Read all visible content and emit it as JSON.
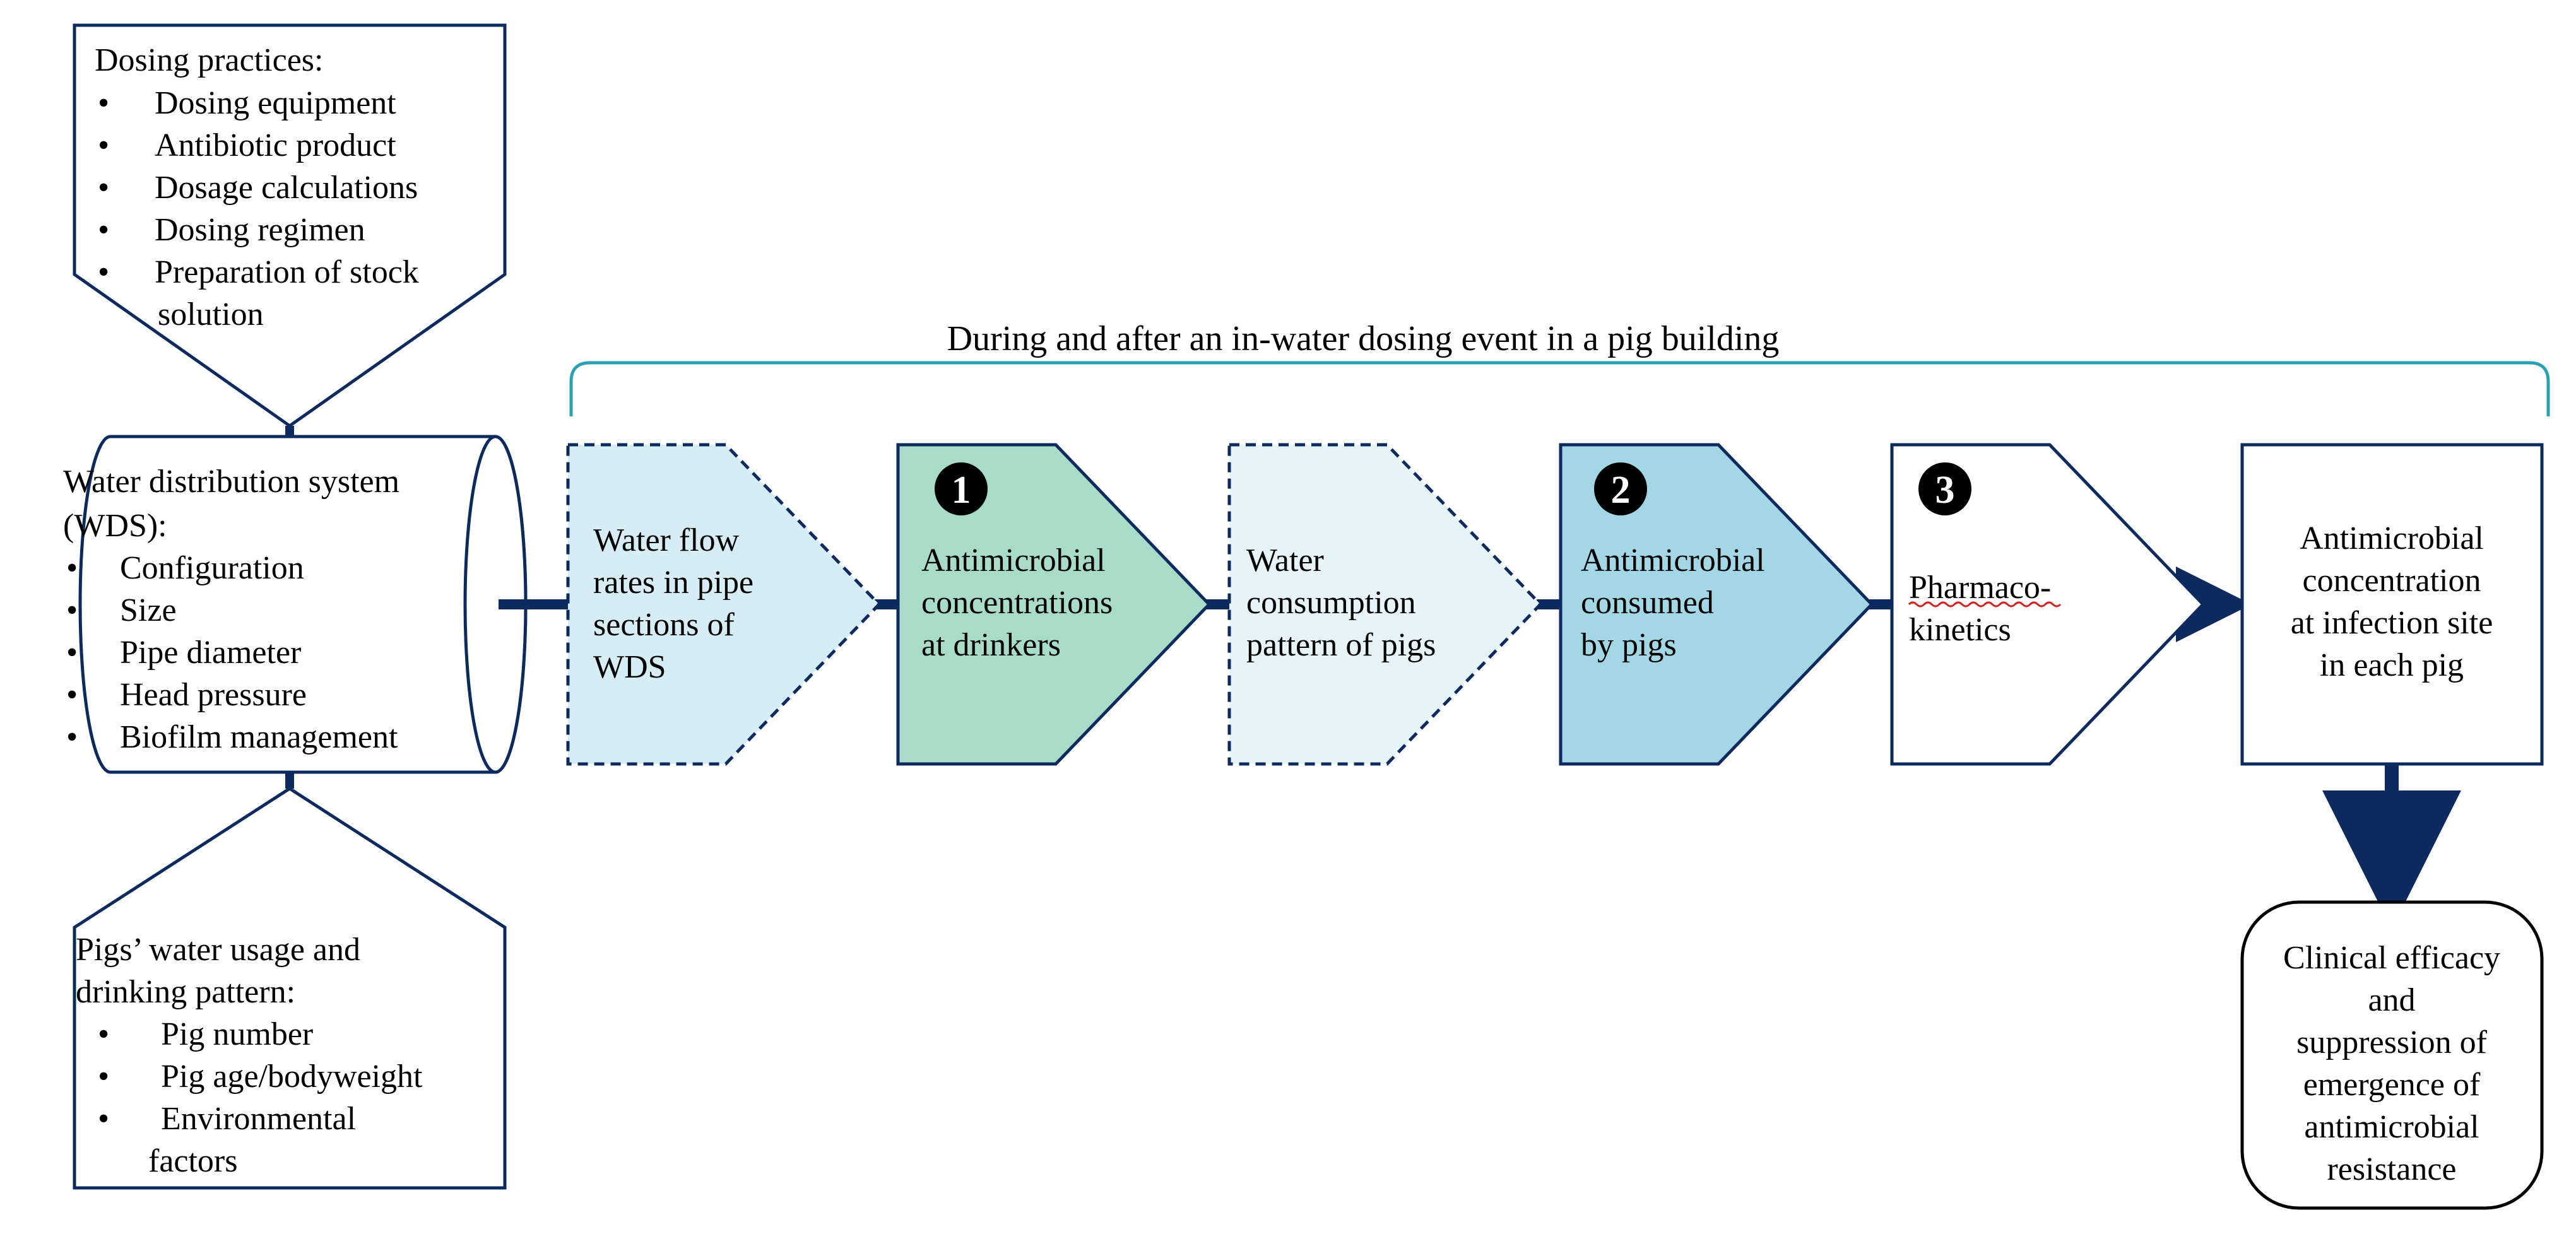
{
  "colors": {
    "navy": "#0d2a5e",
    "teal_bracket": "#2aa1b3",
    "light_blue": "#d6edf6",
    "green": "#a8dcc8",
    "blue": "#a3d7e6",
    "pale": "#e6f4f8"
  },
  "dosing_practices": {
    "title": "Dosing practices:",
    "items": [
      "Dosing equipment",
      "Antibiotic product",
      "Dosage calculations",
      "Dosing regimen",
      "Preparation of stock",
      "solution"
    ]
  },
  "wds": {
    "title_line1": "Water distribution system",
    "title_line2": "(WDS):",
    "items": [
      "Configuration",
      "Size",
      "Pipe diameter",
      "Head pressure",
      "Biofilm management"
    ]
  },
  "pigs_usage": {
    "title_line1": "Pigs’ water usage and",
    "title_line2": "drinking pattern:",
    "items": [
      "Pig number",
      "Pig age/bodyweight",
      "Environmental",
      "factors"
    ]
  },
  "bracket_label": "During and after an in-water dosing event in a pig building",
  "steps": {
    "flow": [
      "Water flow",
      "rates in pipe",
      "sections of",
      "WDS"
    ],
    "conc": [
      "Antimicrobial",
      "concentrations",
      "at drinkers"
    ],
    "consumption": [
      "Water",
      "consumption",
      "pattern of pigs"
    ],
    "consumed": [
      "Antimicrobial",
      "consumed",
      "by pigs"
    ],
    "pk": [
      "Pharmaco-",
      "kinetics"
    ]
  },
  "badges": [
    "1",
    "2",
    "3"
  ],
  "infection_site": [
    "Antimicrobial",
    "concentration",
    "at infection site",
    "in each pig"
  ],
  "outcome": [
    "Clinical efficacy",
    "and",
    "suppression of",
    "emergence of",
    "antimicrobial",
    "resistance"
  ]
}
